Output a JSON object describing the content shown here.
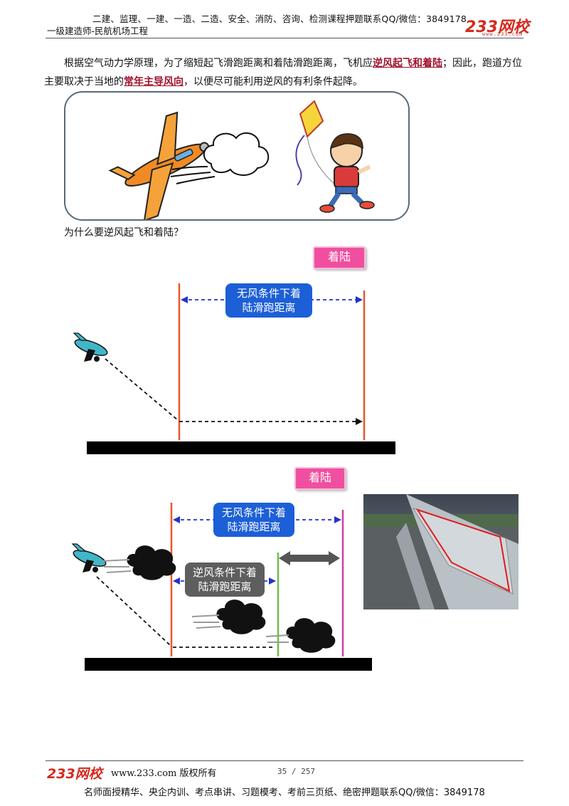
{
  "header": {
    "top_line": "二建、监理、一建、一造、二造、安全、消防、咨询、检测课程押题联系QQ/微信：3849178",
    "subtitle": "一级建造师-民航机场工程",
    "logo_text": "233网校",
    "logo_url": "www.233.com"
  },
  "body": {
    "para_1": "根据空气动力学原理，为了缩短起飞滑跑距离和着陆滑跑距离，飞机应",
    "para_hl_1": "逆风起飞和着陆",
    "para_2": "；因此，跑道方位主要取决于当地的",
    "para_hl_2": "常年主导风向",
    "para_3": "，以便尽可能利用逆风的有利条件起降。",
    "question": "为什么要逆风起飞和着陆？"
  },
  "diagram1": {
    "tag": "着陆",
    "box_line1": "无风条件下着",
    "box_line2": "陆滑跑距离"
  },
  "diagram2": {
    "tag": "着陆",
    "blue_line1": "无风条件下着",
    "blue_line2": "陆滑跑距离",
    "gray_line1": "逆风条件下着",
    "gray_line2": "陆滑跑距离"
  },
  "footer": {
    "logo_text": "233网校",
    "site": "www.233.com 版权所有",
    "page": "35 / 257",
    "bottom_line": "名师面授精华、央企内训、考点串讲、习题模考、考前三页纸、绝密押题联系QQ/微信：3849178"
  },
  "colors": {
    "accent_red": "#a0112b",
    "tag_pink": "#f04fa0",
    "box_blue": "#1d5fd6",
    "box_gray": "#5e5e5e",
    "line_orange": "#e8562a",
    "line_green": "#6cc04a",
    "line_magenta": "#d23fa0"
  }
}
